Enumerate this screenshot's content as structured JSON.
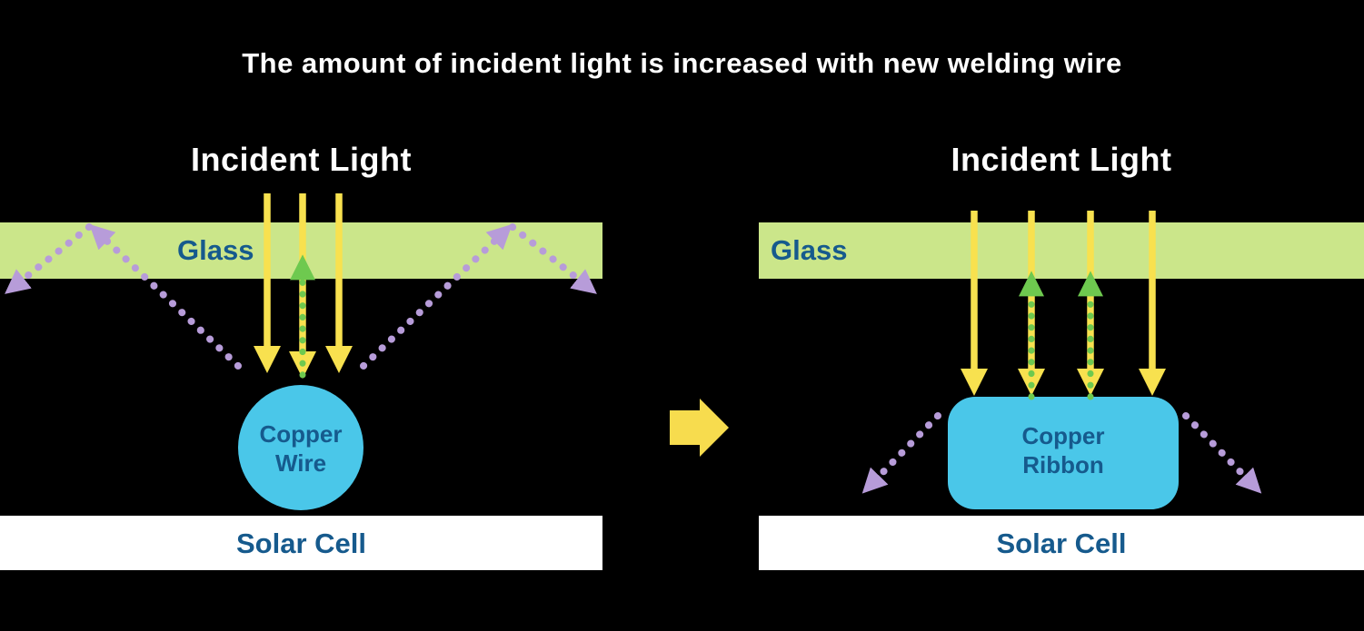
{
  "title": "The amount of incident light is increased with new welding wire",
  "colors": {
    "background": "#000000",
    "title_text": "#ffffff",
    "glass_fill": "#cbe68a",
    "label_blue": "#165a8d",
    "incident_arrow": "#f8e14f",
    "reflected_green": "#6ec94f",
    "scattered_purple": "#b79cd9",
    "copper_fill": "#4ac7e9",
    "solar_cell_fill": "#ffffff",
    "transform_arrow": "#f7dc4e"
  },
  "icons": {
    "incident_arrow": "solid-yellow-down-arrow",
    "reflected_arrow": "dashed-green-up-arrow",
    "scattered_arrow": "dashed-purple-scatter-arrow",
    "transform_arrow": "yellow-right-block-arrow"
  },
  "left_panel": {
    "incident_light_label": "Incident Light",
    "glass_label": "Glass",
    "copper_label_line1": "Copper",
    "copper_label_line2": "Wire",
    "solar_cell_label": "Solar Cell",
    "incident_arrow_count": 3,
    "reflected_arrow_count": 1,
    "scattered_arrow_count": 2
  },
  "right_panel": {
    "incident_light_label": "Incident Light",
    "glass_label": "Glass",
    "copper_label_line1": "Copper",
    "copper_label_line2": "Ribbon",
    "solar_cell_label": "Solar Cell",
    "incident_arrow_count": 4,
    "reflected_arrow_count": 2,
    "scattered_arrow_count": 2
  }
}
